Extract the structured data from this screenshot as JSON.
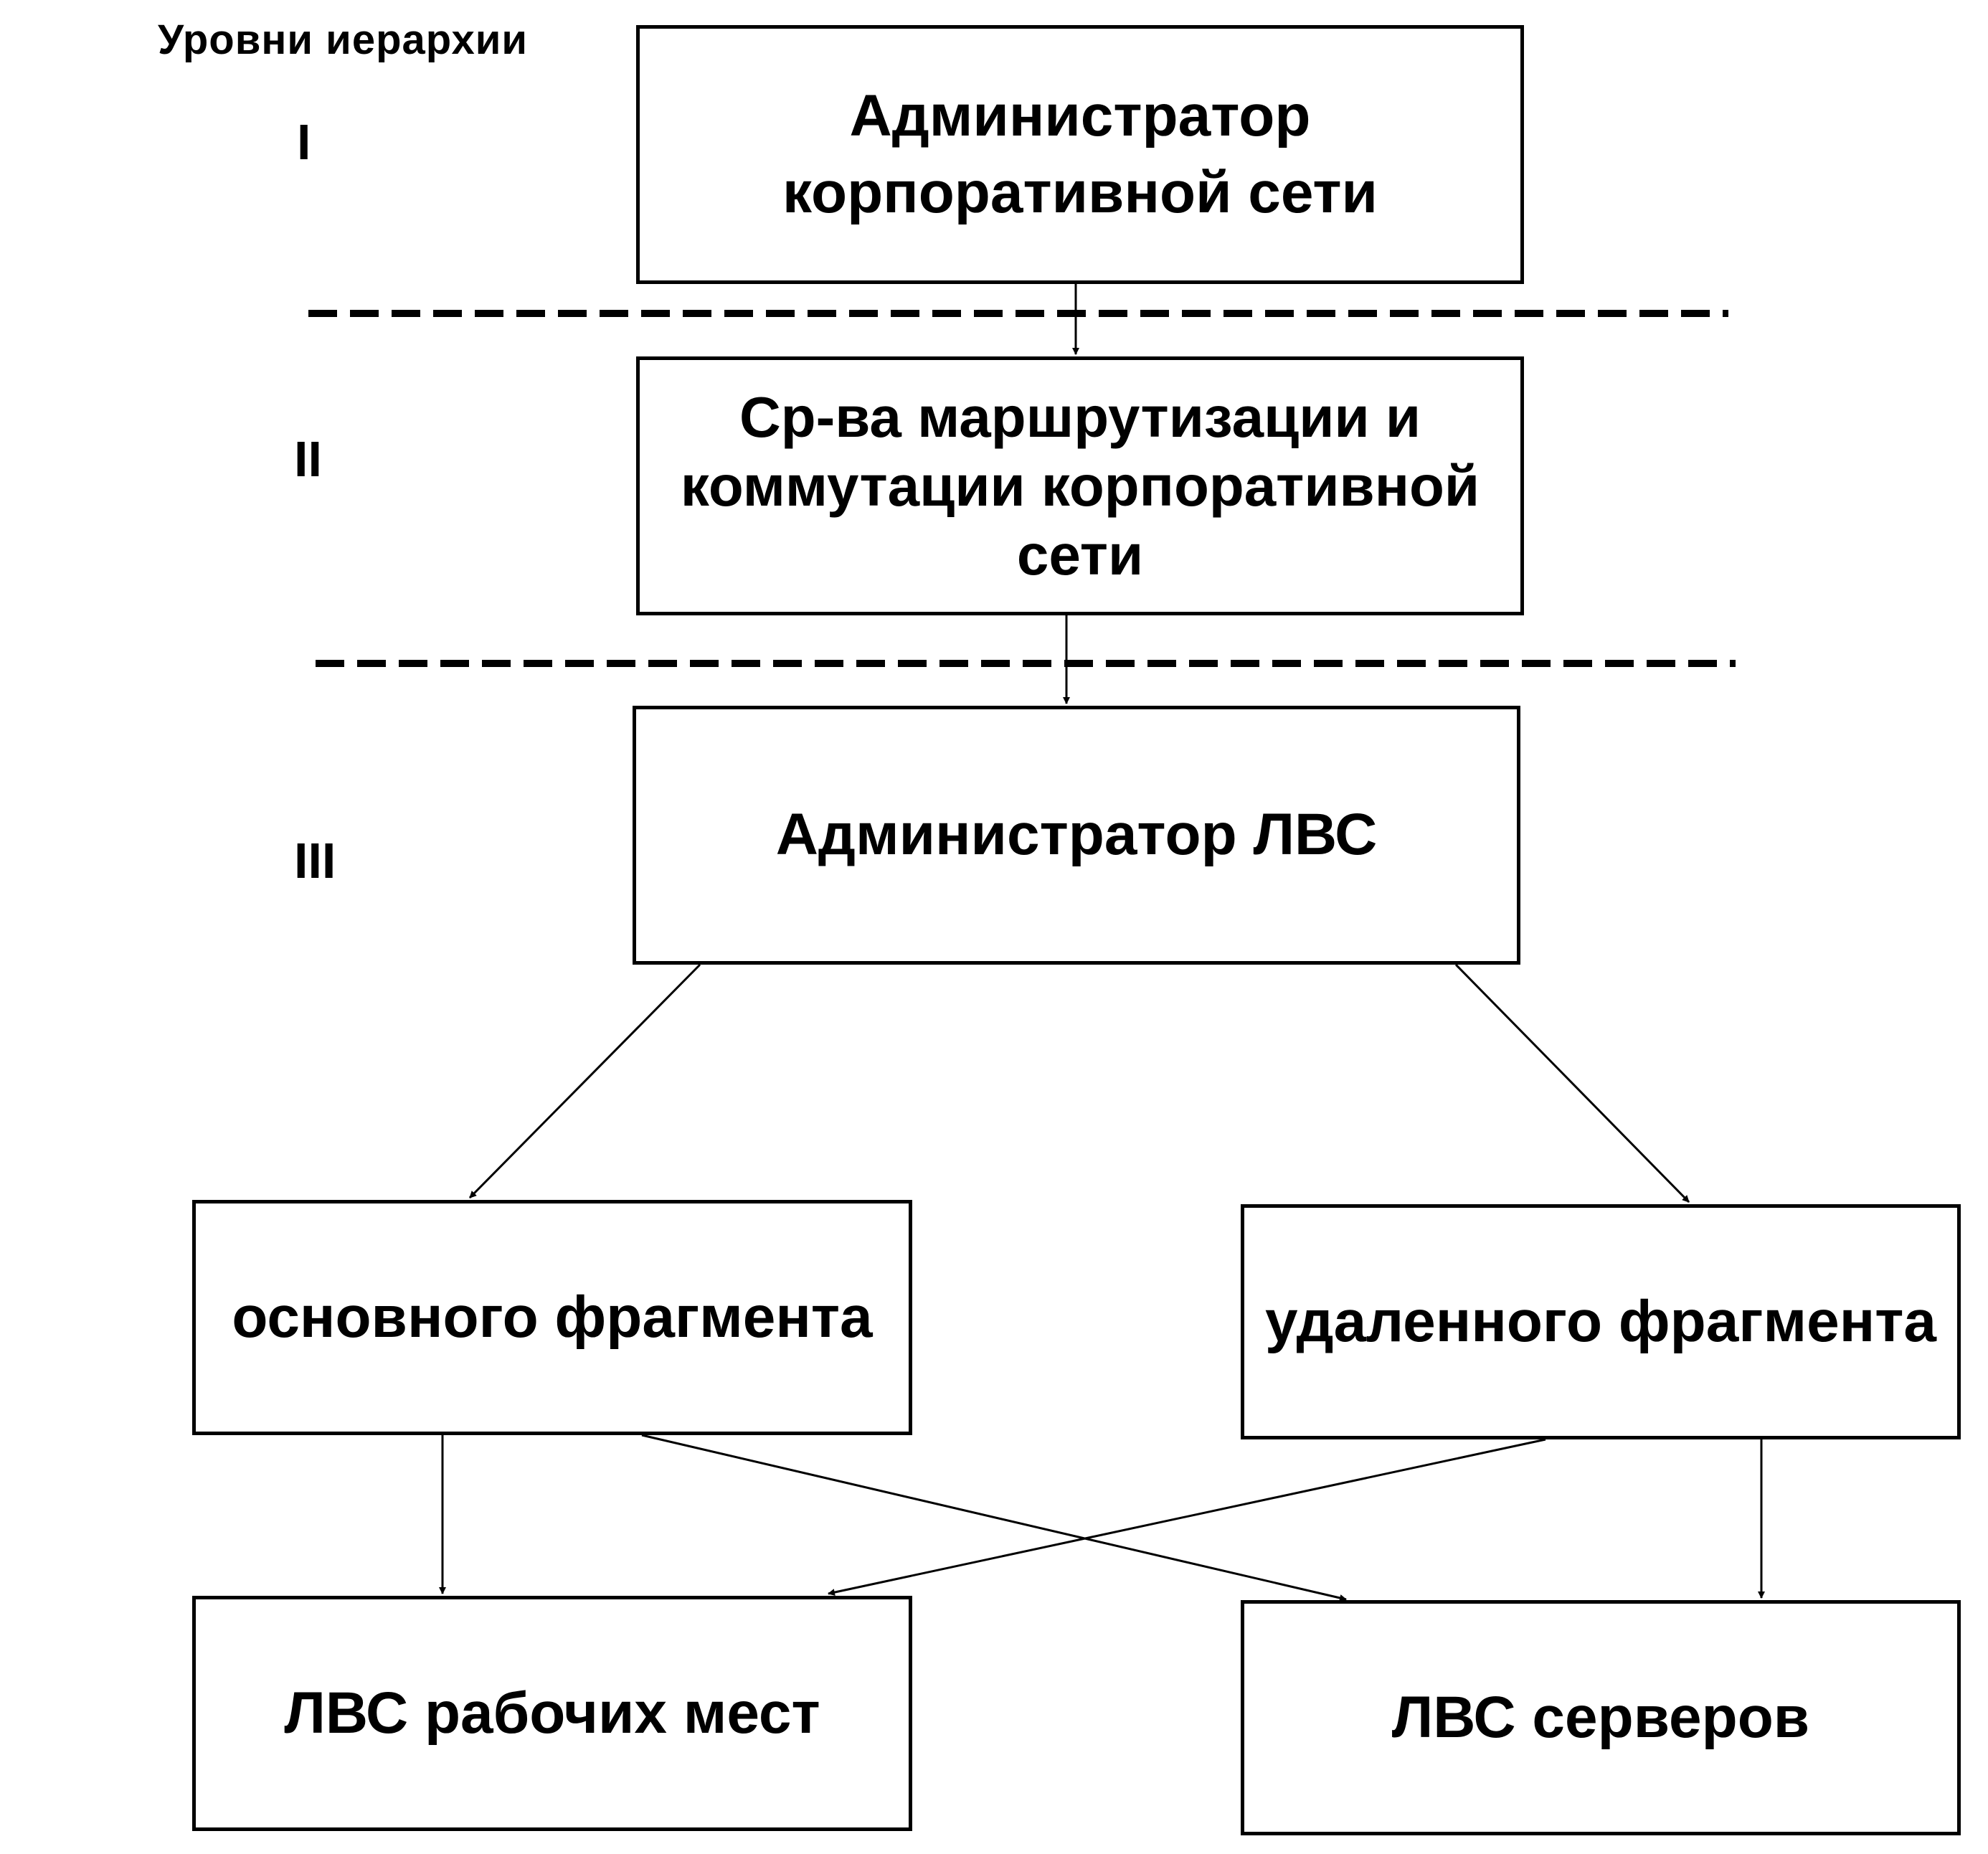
{
  "colors": {
    "line": "#000000",
    "background": "#ffffff"
  },
  "levels": {
    "title": "Уровни иерархии",
    "l1": "I",
    "l2": "II",
    "l3": "III"
  },
  "boxes": {
    "corp_admin": "Администратор\nкорпоративной сети",
    "routing": "Ср-ва маршрутизации и\nкоммутации корпоративной\nсети",
    "lan_admin": "Администратор    ЛВС",
    "main_fragment": "основного фрагмента",
    "remote_fragment": "удаленного фрагмента",
    "workstations": "ЛВС рабочих мест",
    "servers": "ЛВС    серверов"
  },
  "edges": [
    {
      "from": "Администратор корпоративной сети",
      "to": "Ср-ва маршрутизации и коммутации корпоративной сети"
    },
    {
      "from": "Ср-ва маршрутизации и коммутации корпоративной сети",
      "to": "Администратор ЛВС"
    },
    {
      "from": "Администратор ЛВС",
      "to": "основного фрагмента"
    },
    {
      "from": "Администратор ЛВС",
      "to": "удаленного фрагмента"
    },
    {
      "from": "основного фрагмента",
      "to": "ЛВС рабочих мест"
    },
    {
      "from": "основного фрагмента",
      "to": "ЛВС серверов"
    },
    {
      "from": "удаленного фрагмента",
      "to": "ЛВС рабочих мест"
    },
    {
      "from": "удаленного фрагмента",
      "to": "ЛВС серверов"
    }
  ]
}
